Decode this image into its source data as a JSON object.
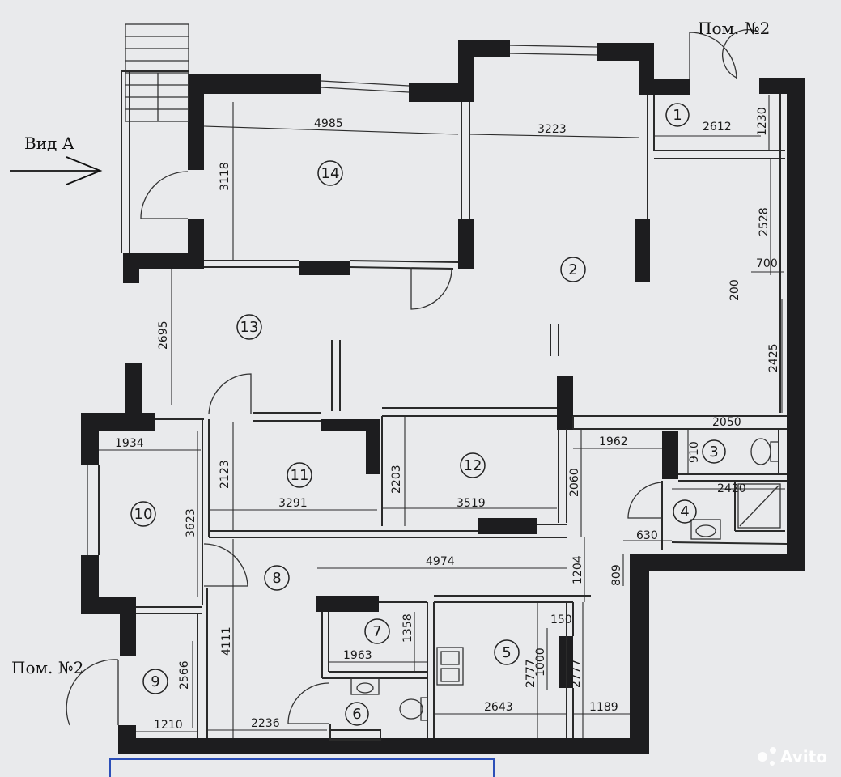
{
  "labels": {
    "view": "Вид А",
    "pom_top": "Пом. №2",
    "pom_bottom": "Пом. №2"
  },
  "rooms": [
    "1",
    "2",
    "3",
    "4",
    "5",
    "6",
    "7",
    "8",
    "9",
    "10",
    "11",
    "12",
    "13",
    "14"
  ],
  "dimensions": {
    "d4985": "4985",
    "d3223": "3223",
    "d2612": "2612",
    "d1230": "1230",
    "d3118": "3118",
    "d2528": "2528",
    "d700": "700",
    "d200": "200",
    "d2695": "2695",
    "d2425": "2425",
    "d2050": "2050",
    "d1934": "1934",
    "d1962": "1962",
    "d910": "910",
    "d2123": "2123",
    "d2203": "2203",
    "d2060": "2060",
    "d2420": "2420",
    "d3623": "3623",
    "d3291": "3291",
    "d3519": "3519",
    "d630": "630",
    "d4974": "4974",
    "d809": "809",
    "d1204": "1204",
    "d1358": "1358",
    "d150": "150",
    "d1963": "1963",
    "d1000": "1000",
    "d2777a": "2777",
    "d2777b": "2777",
    "d4111": "4111",
    "d2566": "2566",
    "d2643": "2643",
    "d1210": "1210",
    "d2236": "2236",
    "d1189": "1189"
  },
  "watermark": "Avito"
}
